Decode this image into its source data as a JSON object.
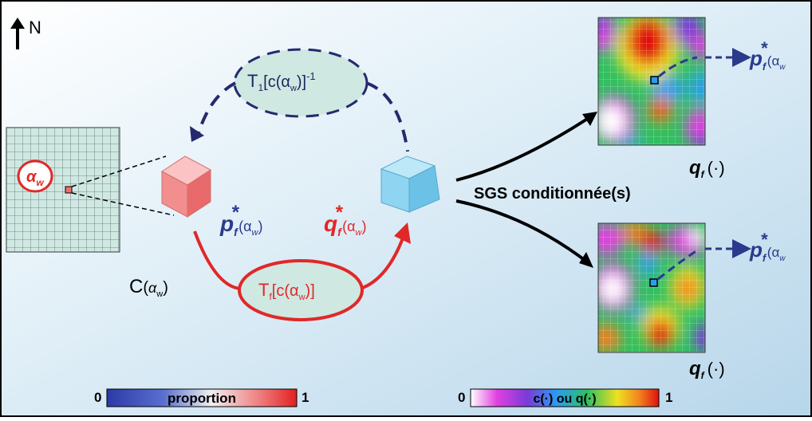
{
  "north_label": "N",
  "grid_label": "C(α_w)",
  "grid_label_main": "C",
  "grid_label_arg": "α",
  "grid_label_sub": "w",
  "alpha_w_label_main": "α",
  "alpha_w_label_sub": "w",
  "inverse_transform_label": "T₁[c(α_w)]⁻¹",
  "inverse_transform_main": "T",
  "inverse_transform_sub": "1",
  "inverse_transform_arg": "[c(α",
  "inverse_transform_arg_sub": "w",
  "inverse_transform_close": ")]",
  "inverse_transform_sup": "-1",
  "forward_transform_label": "T_f[c(α_w)]",
  "forward_transform_main": "T",
  "forward_transform_sub": "f",
  "forward_transform_arg": "[c(α",
  "forward_transform_arg_sub": "w",
  "forward_transform_close": ")]",
  "p_label": "p_f*(α_w)",
  "p_main": "p",
  "p_sub": "f",
  "star": "*",
  "q_label": "q_f*(α_w)",
  "q_main": "q",
  "q_sub": "f",
  "paren_arg": "(α",
  "paren_sub": "w",
  "paren_close": ")",
  "sgs_label": "SGS conditionnée(s)",
  "map_label": "q_f(·)",
  "map_label_main": "q",
  "map_label_sub": "f",
  "map_label_arg": "(·)",
  "legend_proportion": {
    "min": "0",
    "max": "1",
    "label": "proportion",
    "colors": [
      "#2b3aa6",
      "#5a6fcf",
      "#f0f0f0",
      "#f08080",
      "#e02020"
    ]
  },
  "legend_c": {
    "min": "0",
    "max": "1",
    "label": "c(·) ou q(·)",
    "colors": [
      "#ffffff",
      "#e040e0",
      "#7a3bd6",
      "#2a9df0",
      "#30c060",
      "#f0e020",
      "#f08020",
      "#e01010"
    ]
  },
  "colors": {
    "dark_arrow": "#252a6e",
    "red": "#e02828",
    "p_text": "#2a3a8c",
    "grid_fill": "#cfe8e2"
  }
}
